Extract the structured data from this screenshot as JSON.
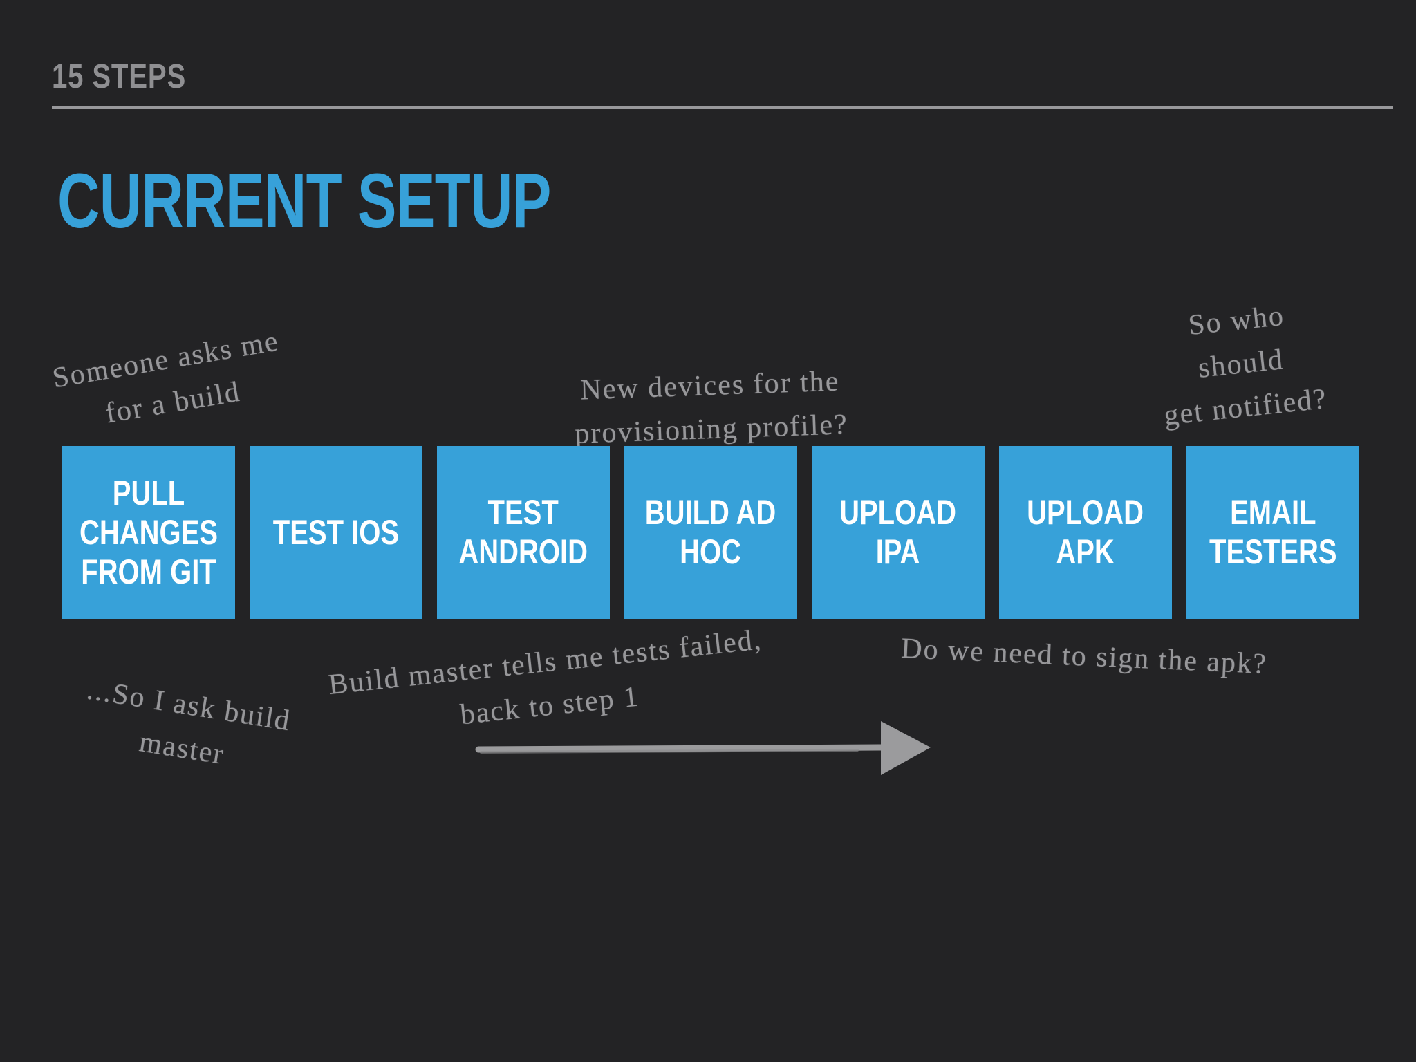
{
  "slide": {
    "kicker": "15 STEPS",
    "title": "CURRENT SETUP"
  },
  "steps": [
    {
      "label": "PULL\nCHANGES\nFROM GIT"
    },
    {
      "label": "TEST IOS"
    },
    {
      "label": "TEST\nANDROID"
    },
    {
      "label": "BUILD AD\nHOC"
    },
    {
      "label": "UPLOAD\nIPA"
    },
    {
      "label": "UPLOAD\nAPK"
    },
    {
      "label": "EMAIL\nTESTERS"
    }
  ],
  "annotations": [
    {
      "text": "Someone asks me\nfor a build"
    },
    {
      "text": "New devices for the\nprovisioning profile?"
    },
    {
      "text": "So who should\nget notified?"
    },
    {
      "text": "...So I ask build\nmaster"
    },
    {
      "text": "Build master tells me tests failed,\nback to step 1"
    },
    {
      "text": "Do we need to sign the apk?"
    }
  ],
  "icons": {
    "flow_arrow": "right-arrow"
  },
  "colors": {
    "background": "#232325",
    "accent_blue": "#37a1d9",
    "box_text": "#ffffff",
    "header_gray": "#8f8f92",
    "rule_gray": "#98989b",
    "annotation_gray": "#97979a"
  }
}
